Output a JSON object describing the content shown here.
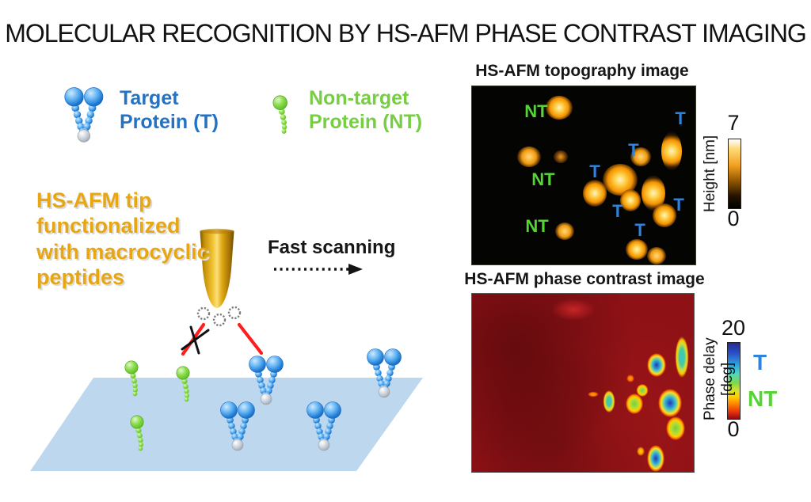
{
  "title": "MOLECULAR RECOGNITION BY HS-AFM PHASE CONTRAST IMAGING",
  "legend": {
    "target": {
      "label": "Target\nProtein (T)",
      "color": "#2472C4"
    },
    "non_target": {
      "label": "Non-target\nProtein (NT)",
      "color": "#76CE41"
    }
  },
  "diagram": {
    "tip_caption": "HS-AFM tip\nfunctionalized\nwith macrocyclic\npeptides",
    "tip_caption_color": "#E7A614",
    "fast_scanning_label": "Fast scanning",
    "no_binding_marker": "x-cross",
    "binding_line_color": "#FF1E1E",
    "substrate_color": "#BCD7EE",
    "tip_color": "#E2A914"
  },
  "topography": {
    "title": "HS-AFM topography image",
    "colorbar": {
      "label": "Height [nm]",
      "max": "7",
      "min": "0"
    },
    "labels": [
      {
        "text": "NT",
        "type": "non-target"
      },
      {
        "text": "NT",
        "type": "non-target"
      },
      {
        "text": "NT",
        "type": "non-target"
      },
      {
        "text": "T",
        "type": "target"
      },
      {
        "text": "T",
        "type": "target"
      },
      {
        "text": "T",
        "type": "target"
      },
      {
        "text": "T",
        "type": "target"
      },
      {
        "text": "T",
        "type": "target"
      },
      {
        "text": "T",
        "type": "target"
      }
    ]
  },
  "phase": {
    "title": "HS-AFM phase contrast image",
    "colorbar": {
      "label": "Phase delay [deg]",
      "max": "20",
      "min": "0"
    },
    "side_labels": {
      "target": "T",
      "non_target": "NT"
    }
  }
}
